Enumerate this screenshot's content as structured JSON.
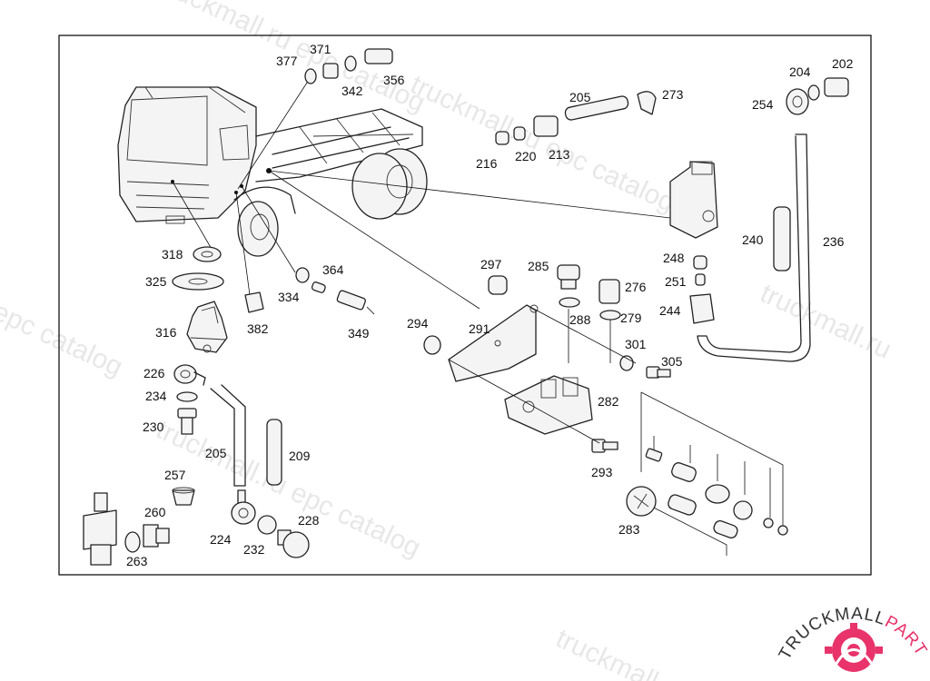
{
  "labels": {
    "l377": "377",
    "l371": "371",
    "l342": "342",
    "l356": "356",
    "l318": "318",
    "l325": "325",
    "l316": "316",
    "l226": "226",
    "l234": "234",
    "l230": "230",
    "l205a": "205",
    "l209": "209",
    "l257": "257",
    "l260": "260",
    "l263": "263",
    "l224": "224",
    "l232": "232",
    "l228": "228",
    "l364": "364",
    "l334": "334",
    "l382": "382",
    "l349": "349",
    "l205b": "205",
    "l273": "273",
    "l216": "216",
    "l220": "220",
    "l213": "213",
    "l204": "204",
    "l202": "202",
    "l254": "254",
    "l240": "240",
    "l236": "236",
    "l248": "248",
    "l251": "251",
    "l244": "244",
    "l297": "297",
    "l285": "285",
    "l276": "276",
    "l288": "288",
    "l279": "279",
    "l294": "294",
    "l291": "291",
    "l301": "301",
    "l305": "305",
    "l282": "282",
    "l293": "293",
    "l283": "283"
  },
  "watermark": {
    "text_a": "truckmall.ru epc catalog",
    "text_b": "truckmall.ru",
    "text_c": "epc catalog"
  },
  "brand": {
    "part1": "TRUCKMALL",
    "part2": "PARTS",
    "accent_color": "#e8336b"
  }
}
